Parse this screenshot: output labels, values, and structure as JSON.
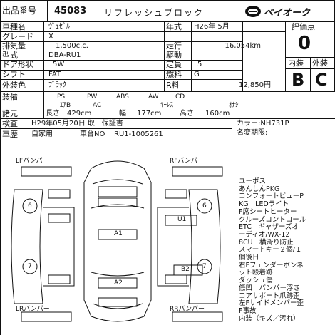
{
  "header": {
    "label": "出品番号",
    "number": "45083",
    "title": "リフレッシュブロック",
    "logo": "ペイオーク"
  },
  "vehicle": {
    "name_label": "車種名",
    "name": "ｳﾞｪｾﾞﾙ",
    "grade_label": "グレード",
    "grade": "X",
    "displacement_label": "排気量",
    "displacement": "1,500c.c.",
    "model_label": "型式",
    "model": "DBA-RU1",
    "doors_label": "ドア形状",
    "doors": "5W",
    "shift_label": "シフト",
    "shift": "FAT",
    "color_label": "外装色",
    "color": "ﾌﾞﾗｯｸ",
    "year_label": "年式",
    "year": "H26年 5月",
    "mileage_label": "走行",
    "mileage": "16,054km",
    "drive_label": "駆動",
    "drive": "",
    "capacity_label": "定員",
    "capacity": "5",
    "fuel_label": "燃料",
    "fuel": "G",
    "recycle_label": "R料",
    "recycle": "12,850円"
  },
  "score": {
    "label": "評価点",
    "value": "0",
    "interior_label": "内装",
    "exterior_label": "外装",
    "interior": "B",
    "exterior": "C"
  },
  "equipment": {
    "label": "装備",
    "row1": [
      "PS",
      "PW",
      "ABS",
      "AW",
      "CD"
    ],
    "row2": [
      "ｴｱB",
      "AC",
      "ｷｰﾚｽ",
      "ｵﾅｼ"
    ],
    "specs_label": "諸元",
    "length_label": "長さ",
    "length": "429cm",
    "width_label": "幅",
    "width": "177cm",
    "height_label": "高さ",
    "height": "160cm"
  },
  "inspection": {
    "label": "検査",
    "value": "H29年05月20日 取　保証書",
    "use_label": "車歴",
    "use": "自家用",
    "chassis_label": "車台NO",
    "chassis": "RU1-1005261",
    "color_code": "カラー:NH731P",
    "name_change": "名変期限:"
  },
  "diagram": {
    "lf": "LFバンパー",
    "rf": "RFバンパー",
    "lr": "LRバンパー",
    "rr": "RRバンパー",
    "marks": [
      "6",
      "6",
      "7",
      "7",
      "A1",
      "U1",
      "A2",
      "B2"
    ]
  },
  "notes": [
    "ユーボス",
    "あんしんPKG",
    "コンフォートビューP",
    "KG　LEDライト",
    "F席シートヒーター",
    "クルーズコントロール",
    "ETC　ギャザーズオ",
    "ーディオ/WX-12",
    "8CU　横滑り防止",
    "スマートキー２個/１",
    "個後日",
    "右Fフェンダーボンネ",
    "ット殴着跡",
    "ダッシュ傷",
    "傷凹　バンパー浮き",
    "コアサポート爪跡歪",
    "左Fサイドメンバー歪",
    "F事故",
    "内装（キズ／汚れ）"
  ]
}
